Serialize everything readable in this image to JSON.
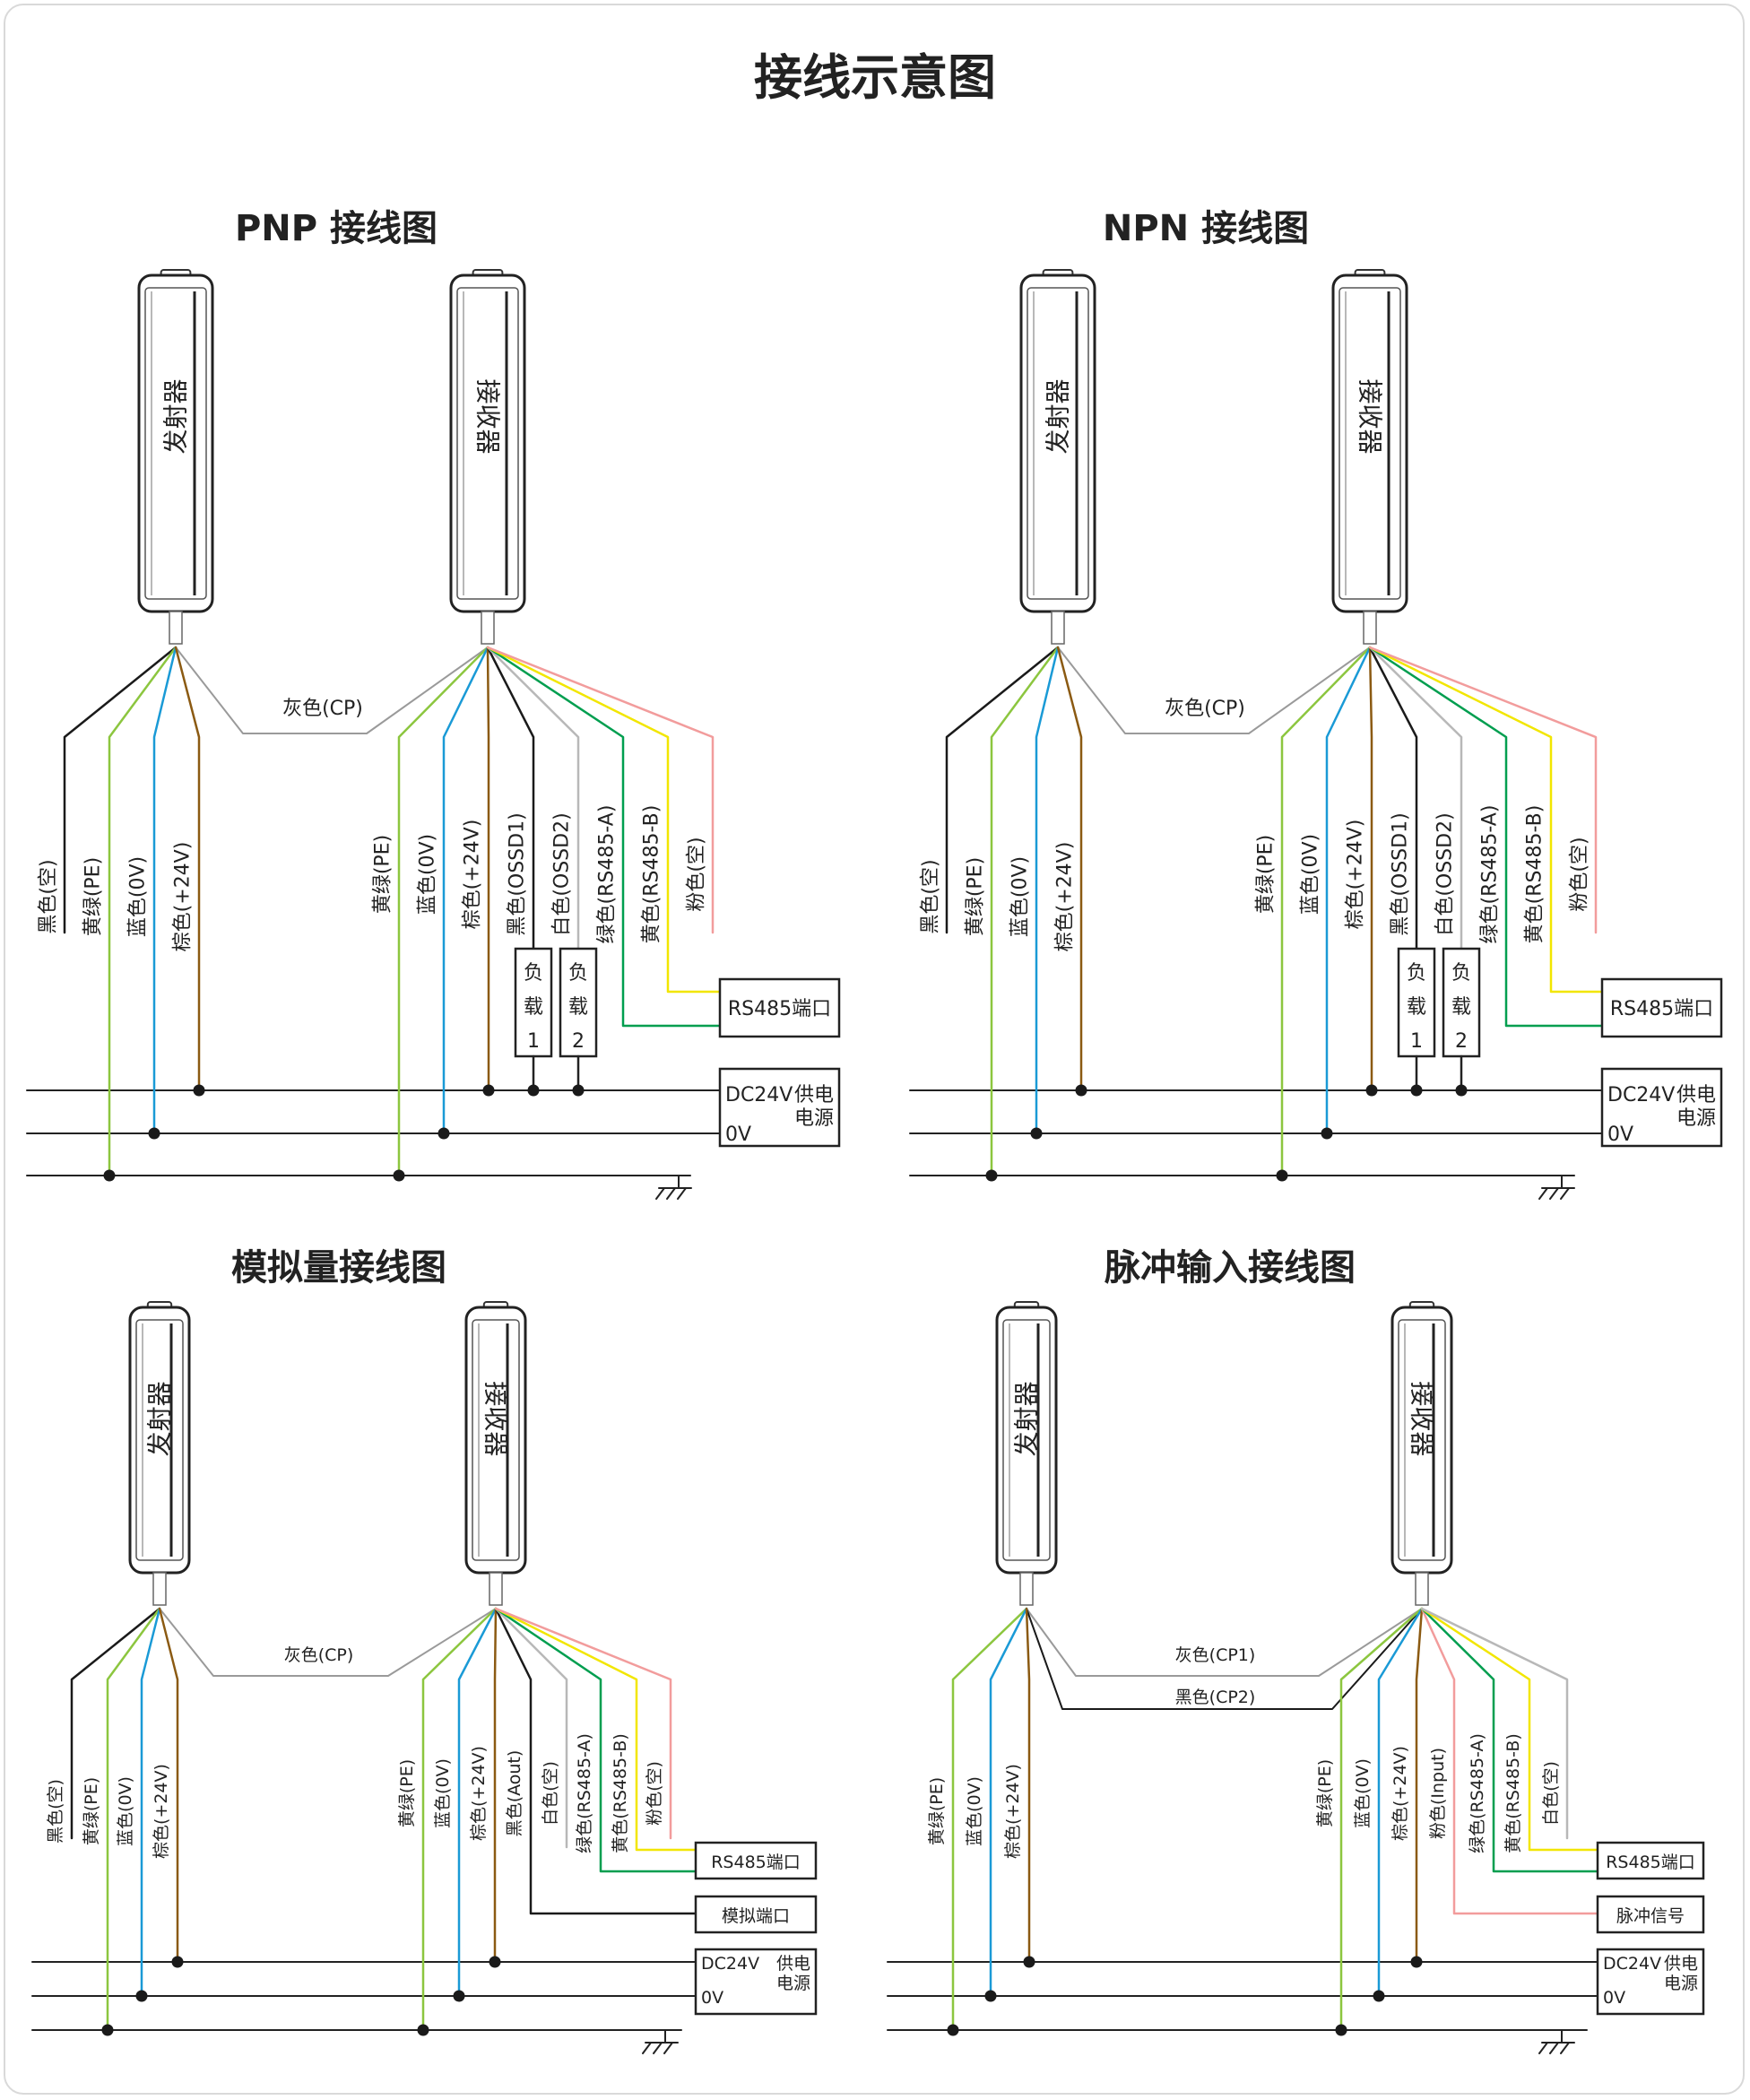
{
  "title": "接线示意图",
  "colors": {
    "black": "#1a1a1a",
    "green_yellow": "#8cc63f",
    "blue": "#1a9ad6",
    "brown": "#8b5a12",
    "gray": "#9a9a9a",
    "white_wire": "#b8b8b8",
    "green": "#009e4f",
    "yellow": "#f2e600",
    "pink": "#f29c9c"
  },
  "panels": [
    {
      "title": "PNP 接线图",
      "emitter_label": "发射器",
      "receiver_label": "接收器",
      "link_wires": [
        {
          "label": "灰色(CP)",
          "color": "gray"
        }
      ],
      "emitter_wires": [
        {
          "label": "黑色(空)",
          "color": "black"
        },
        {
          "label": "黄绿(PE)",
          "color": "green_yellow"
        },
        {
          "label": "蓝色(0V)",
          "color": "blue"
        },
        {
          "label": "棕色(+24V)",
          "color": "brown"
        }
      ],
      "receiver_wires": [
        {
          "label": "黄绿(PE)",
          "color": "green_yellow"
        },
        {
          "label": "蓝色(0V)",
          "color": "blue"
        },
        {
          "label": "棕色(+24V)",
          "color": "brown"
        },
        {
          "label": "黑色(OSSD1)",
          "color": "black"
        },
        {
          "label": "白色(OSSD2)",
          "color": "white_wire"
        },
        {
          "label": "绿色(RS485-A)",
          "color": "green"
        },
        {
          "label": "黄色(RS485-B)",
          "color": "yellow"
        },
        {
          "label": "粉色(空)",
          "color": "pink"
        }
      ],
      "loads": [
        {
          "lines": [
            "负",
            "载",
            "1"
          ]
        },
        {
          "lines": [
            "负",
            "载",
            "2"
          ]
        }
      ],
      "ports": [
        "RS485端口"
      ],
      "power": {
        "dc": "DC24V",
        "supply": "供电",
        "zero": "0V",
        "source": "电源"
      }
    },
    {
      "title": "NPN 接线图",
      "emitter_label": "发射器",
      "receiver_label": "接收器",
      "link_wires": [
        {
          "label": "灰色(CP)",
          "color": "gray"
        }
      ],
      "emitter_wires": [
        {
          "label": "黑色(空)",
          "color": "black"
        },
        {
          "label": "黄绿(PE)",
          "color": "green_yellow"
        },
        {
          "label": "蓝色(0V)",
          "color": "blue"
        },
        {
          "label": "棕色(+24V)",
          "color": "brown"
        }
      ],
      "receiver_wires": [
        {
          "label": "黄绿(PE)",
          "color": "green_yellow"
        },
        {
          "label": "蓝色(0V)",
          "color": "blue"
        },
        {
          "label": "棕色(+24V)",
          "color": "brown"
        },
        {
          "label": "黑色(OSSD1)",
          "color": "black"
        },
        {
          "label": "白色(OSSD2)",
          "color": "white_wire"
        },
        {
          "label": "绿色(RS485-A)",
          "color": "green"
        },
        {
          "label": "黄色(RS485-B)",
          "color": "yellow"
        },
        {
          "label": "粉色(空)",
          "color": "pink"
        }
      ],
      "loads": [
        {
          "lines": [
            "负",
            "载",
            "1"
          ]
        },
        {
          "lines": [
            "负",
            "载",
            "2"
          ]
        }
      ],
      "ports": [
        "RS485端口"
      ],
      "power": {
        "dc": "DC24V",
        "supply": "供电",
        "zero": "0V",
        "source": "电源"
      }
    },
    {
      "title": "模拟量接线图",
      "emitter_label": "发射器",
      "receiver_label": "接收器",
      "link_wires": [
        {
          "label": "灰色(CP)",
          "color": "gray"
        }
      ],
      "emitter_wires": [
        {
          "label": "黑色(空)",
          "color": "black"
        },
        {
          "label": "黄绿(PE)",
          "color": "green_yellow"
        },
        {
          "label": "蓝色(0V)",
          "color": "blue"
        },
        {
          "label": "棕色(+24V)",
          "color": "brown"
        }
      ],
      "receiver_wires": [
        {
          "label": "黄绿(PE)",
          "color": "green_yellow"
        },
        {
          "label": "蓝色(0V)",
          "color": "blue"
        },
        {
          "label": "棕色(+24V)",
          "color": "brown"
        },
        {
          "label": "黑色(Aout)",
          "color": "black"
        },
        {
          "label": "白色(空)",
          "color": "white_wire"
        },
        {
          "label": "绿色(RS485-A)",
          "color": "green"
        },
        {
          "label": "黄色(RS485-B)",
          "color": "yellow"
        },
        {
          "label": "粉色(空)",
          "color": "pink"
        }
      ],
      "loads": [],
      "ports": [
        "RS485端口",
        "模拟端口"
      ],
      "power": {
        "dc": "DC24V",
        "supply": "供电",
        "zero": "0V",
        "source": "电源"
      }
    },
    {
      "title": "脉冲输入接线图",
      "emitter_label": "发射器",
      "receiver_label": "接收器",
      "link_wires": [
        {
          "label": "灰色(CP1)",
          "color": "gray"
        },
        {
          "label": "黑色(CP2)",
          "color": "black"
        }
      ],
      "emitter_wires": [
        {
          "label": "黄绿(PE)",
          "color": "green_yellow"
        },
        {
          "label": "蓝色(0V)",
          "color": "blue"
        },
        {
          "label": "棕色(+24V)",
          "color": "brown"
        }
      ],
      "receiver_wires": [
        {
          "label": "黄绿(PE)",
          "color": "green_yellow"
        },
        {
          "label": "蓝色(0V)",
          "color": "blue"
        },
        {
          "label": "棕色(+24V)",
          "color": "brown"
        },
        {
          "label": "粉色(Input)",
          "color": "pink"
        },
        {
          "label": "绿色(RS485-A)",
          "color": "green"
        },
        {
          "label": "黄色(RS485-B)",
          "color": "yellow"
        },
        {
          "label": "白色(空)",
          "color": "white_wire"
        }
      ],
      "loads": [],
      "ports": [
        "RS485端口",
        "脉冲信号"
      ],
      "power": {
        "dc": "DC24V",
        "supply": "供电",
        "zero": "0V",
        "source": "电源"
      }
    }
  ]
}
